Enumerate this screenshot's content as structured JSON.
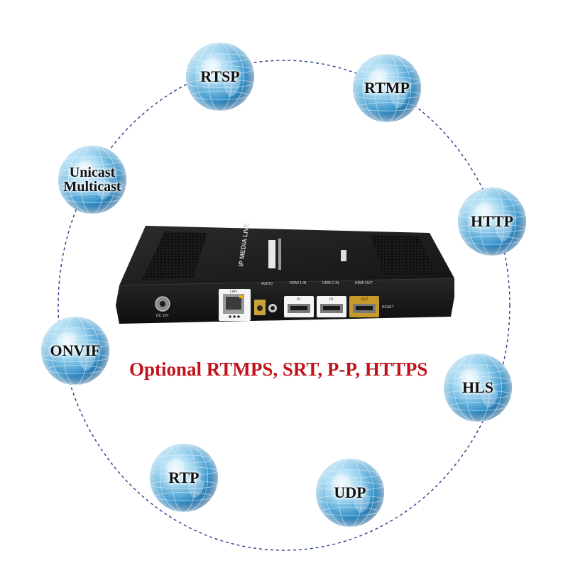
{
  "protocols": [
    {
      "id": "rtsp",
      "lines": [
        "RTSP"
      ]
    },
    {
      "id": "rtmp",
      "lines": [
        "RTMP"
      ]
    },
    {
      "id": "unicast-multicast",
      "lines": [
        "Unicast",
        "Multicast"
      ]
    },
    {
      "id": "http",
      "lines": [
        "HTTP"
      ]
    },
    {
      "id": "onvif",
      "lines": [
        "ONVIF"
      ]
    },
    {
      "id": "hls",
      "lines": [
        "HLS"
      ]
    },
    {
      "id": "rtp",
      "lines": [
        "RTP"
      ]
    },
    {
      "id": "udp",
      "lines": [
        "UDP"
      ]
    }
  ],
  "optional_text": "Optional RTMPS, SRT, P-P, HTTPS",
  "device": {
    "brand": "IP MEDIA LIVE",
    "dc_label": "DC 12V",
    "lan_label": "LAN",
    "audio_label": "AUDIO",
    "hdmi_in_1_label": "HDMI 1 IN",
    "hdmi_in_2_label": "HDMI 2 IN",
    "hdmi_out_label": "HDMI OUT",
    "in_label": "IN",
    "out_label": "OUT",
    "reset_label": "RESET"
  },
  "colors": {
    "globe_light": "#e8f6fc",
    "globe_mid": "#4aa8d8",
    "globe_dark": "#0e5f98",
    "ring": "#2a3c8c",
    "device_body": "#1f1f1f",
    "hdmi_out_gold": "#c89a2a",
    "optional_text": "#c0141c"
  }
}
